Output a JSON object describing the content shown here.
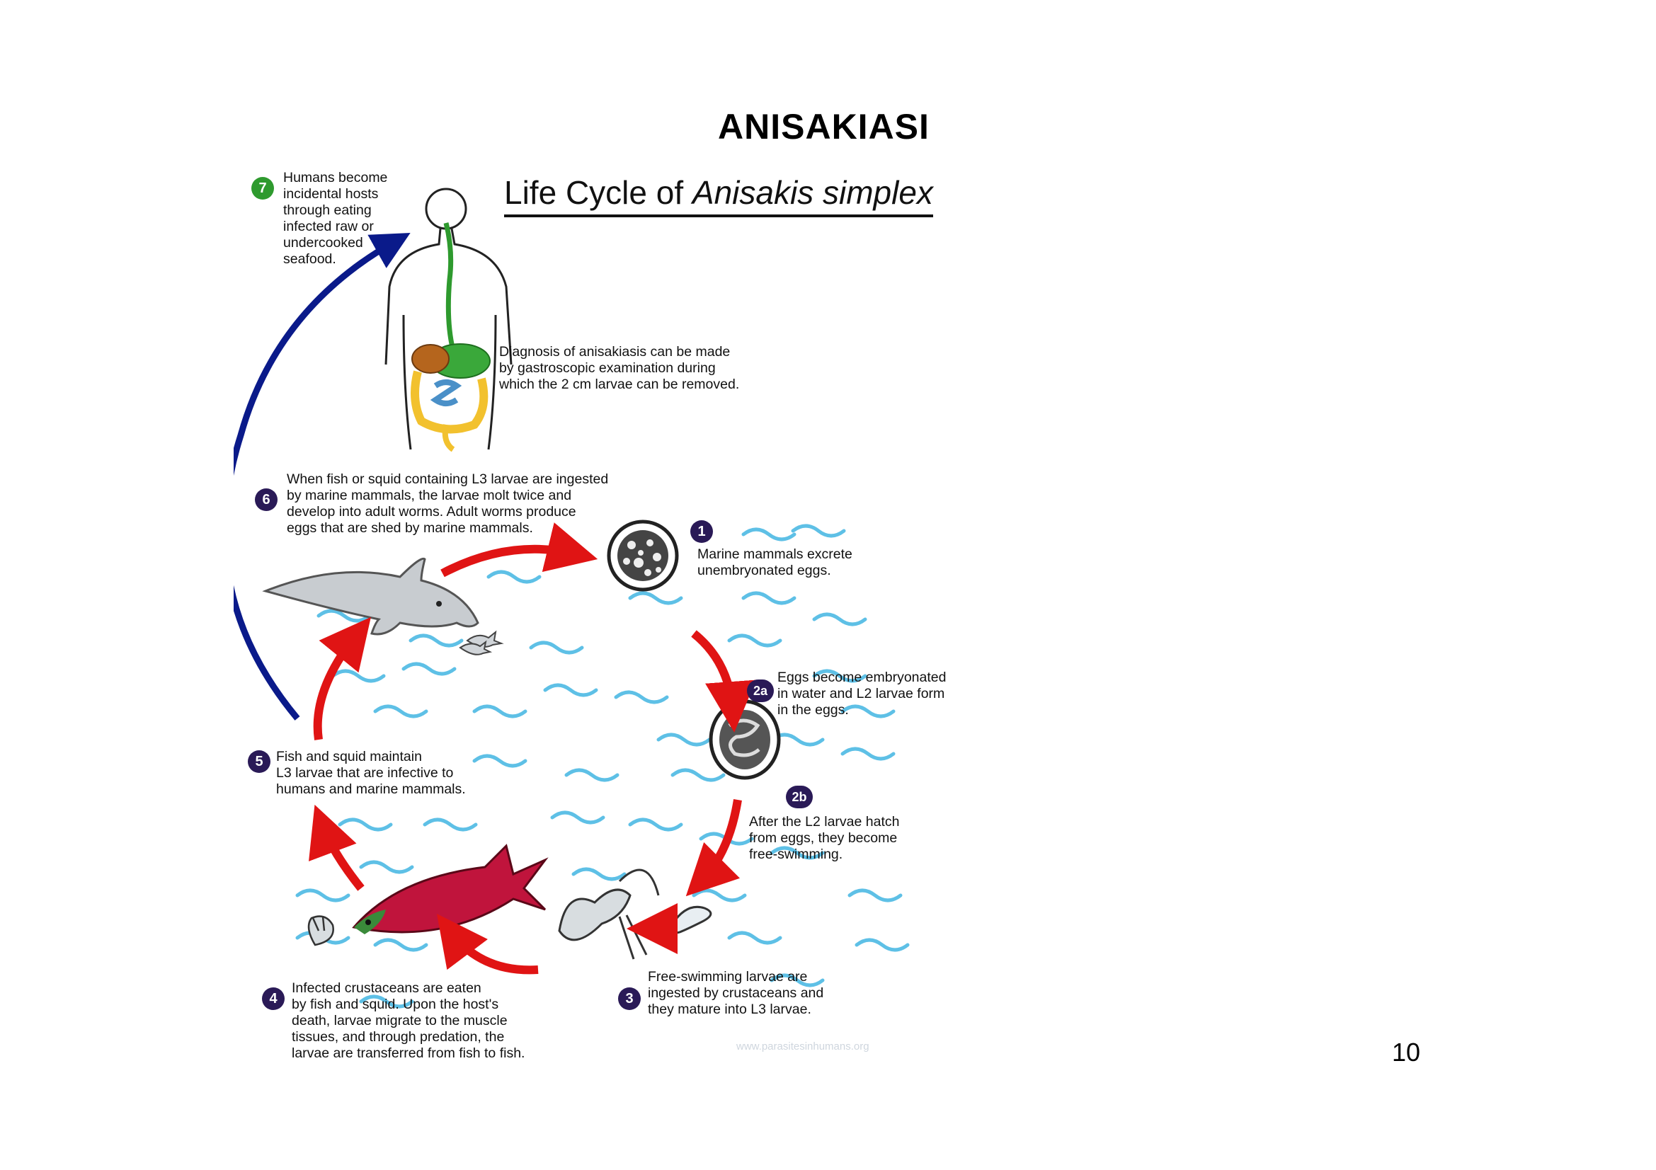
{
  "page": {
    "title": "ANISAKIASI",
    "page_number": "10"
  },
  "diagram": {
    "title_prefix": "Life Cycle of ",
    "title_italic": "Anisakis simplex",
    "steps": [
      {
        "id": "1",
        "lines": [
          "Marine mammals excrete",
          "unembryonated eggs."
        ]
      },
      {
        "id": "2a",
        "lines": [
          "Eggs become embryonated",
          "in water and L2 larvae form",
          "in the eggs."
        ]
      },
      {
        "id": "2b",
        "lines": [
          "After the L2 larvae hatch",
          "from eggs, they become",
          "free-swimming."
        ]
      },
      {
        "id": "3",
        "lines": [
          "Free-swimming larvae are",
          "ingested by crustaceans and",
          "they mature into L3 larvae."
        ]
      },
      {
        "id": "4",
        "lines": [
          "Infected crustaceans are eaten",
          "by fish and squid.  Upon the host's",
          "death, larvae migrate to the muscle",
          "tissues, and through predation, the",
          "larvae are transferred from fish to fish."
        ]
      },
      {
        "id": "5",
        "lines": [
          "Fish and squid maintain",
          "L3 larvae that are infective to",
          "humans and marine mammals."
        ]
      },
      {
        "id": "6",
        "lines": [
          "When fish or squid containing L3 larvae are ingested",
          "by marine mammals, the larvae molt twice and",
          "develop into adult worms.  Adult worms produce",
          "eggs that are shed by marine mammals."
        ]
      },
      {
        "id": "7",
        "lines": [
          "Humans become",
          "incidental hosts",
          "through eating",
          "infected raw or",
          "undercooked",
          "seafood."
        ]
      }
    ],
    "diagnosis_lines": [
      "Diagnosis of anisakiasis can be made",
      "by gastroscopic examination during",
      "which the 2 cm larvae can be removed."
    ],
    "watermark": "www.parasitesinhumans.org",
    "colors": {
      "cycle_arrow": "#e01414",
      "human_arrow": "#0a1a8a",
      "water": "#5ec0e6",
      "badge": "#2a1a57",
      "badge_human": "#2e9a2e",
      "fish": "#c0143c"
    }
  }
}
